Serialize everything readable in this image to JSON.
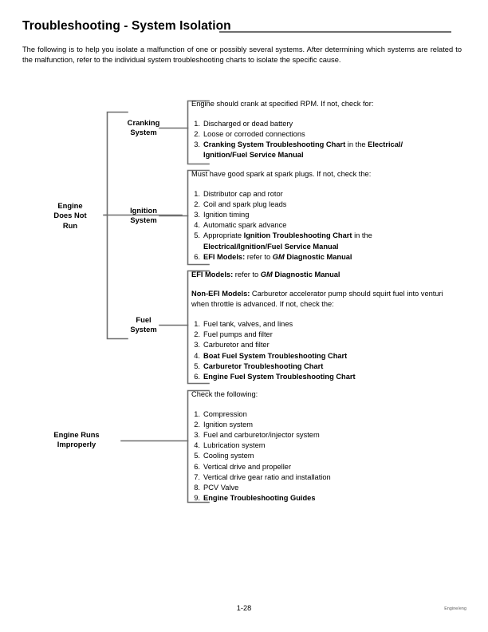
{
  "document": {
    "title": "Troubleshooting - System Isolation",
    "intro": "The following is to help you isolate a malfunction of one or possibly several systems. After determining which systems are related to the malfunction, refer to the individual system troubleshooting charts to isolate the specific cause.",
    "footer": {
      "page_number": "1-28",
      "reference": "Engine/eng"
    },
    "rule_color": "#6e6e6e",
    "line_color": "#6e6e6e"
  },
  "flowchart": {
    "groups": [
      {
        "id": "engine-does-not-run",
        "label": "Engine\nDoes Not\nRun",
        "branches": [
          {
            "id": "cranking-system",
            "label": "Cranking\nSystem",
            "lead": "Engine should crank at specified RPM. If not, check for:",
            "items": [
              {
                "n": 1,
                "text": "Discharged or dead battery"
              },
              {
                "n": 2,
                "text": "Loose or corroded connections"
              },
              {
                "n": 3,
                "text": "Cranking System Troubleshooting Chart in the Electrical/Ignition/Fuel Service Manual"
              }
            ]
          },
          {
            "id": "ignition-system",
            "label": "Ignition\nSystem",
            "lead": "Must have good spark at spark plugs. If not, check the:",
            "items": [
              {
                "n": 1,
                "text": "Distributor cap and rotor"
              },
              {
                "n": 2,
                "text": "Coil and spark plug leads"
              },
              {
                "n": 3,
                "text": "Ignition timing"
              },
              {
                "n": 4,
                "text": "Automatic spark advance"
              },
              {
                "n": 5,
                "text": "Appropriate Ignition Troubleshooting Chart in the Electrical/Ignition/Fuel Service Manual"
              },
              {
                "n": 6,
                "text": "EFI Models: refer to GM Diagnostic Manual"
              }
            ]
          },
          {
            "id": "fuel-system",
            "label": "Fuel\nSystem",
            "lead_efi": "EFI Models: refer to GM Diagnostic Manual",
            "lead_nonefi": "Non-EFI Models: Carburetor accelerator pump should squirt fuel into venturi when throttle is advanced. If not, check the:",
            "items": [
              {
                "n": 1,
                "text": "Fuel tank, valves, and lines"
              },
              {
                "n": 2,
                "text": "Fuel pumps and filter"
              },
              {
                "n": 3,
                "text": "Carburetor and filter"
              },
              {
                "n": 4,
                "text": "Boat Fuel System Troubleshooting Chart"
              },
              {
                "n": 5,
                "text": "Carburetor Troubleshooting Chart"
              },
              {
                "n": 6,
                "text": "Engine Fuel System Troubleshooting Chart"
              }
            ]
          }
        ]
      },
      {
        "id": "engine-runs-improperly",
        "label": "Engine Runs\nImproperly",
        "lead": "Check the following:",
        "items": [
          {
            "n": 1,
            "text": "Compression"
          },
          {
            "n": 2,
            "text": "Ignition system"
          },
          {
            "n": 3,
            "text": "Fuel and carburetor/injector system"
          },
          {
            "n": 4,
            "text": "Lubrication system"
          },
          {
            "n": 5,
            "text": "Cooling system"
          },
          {
            "n": 6,
            "text": "Vertical drive and propeller"
          },
          {
            "n": 7,
            "text": "Vertical drive gear ratio and installation"
          },
          {
            "n": 8,
            "text": "PCV Valve"
          },
          {
            "n": 9,
            "text": "Engine Troubleshooting Guides"
          }
        ]
      }
    ]
  }
}
